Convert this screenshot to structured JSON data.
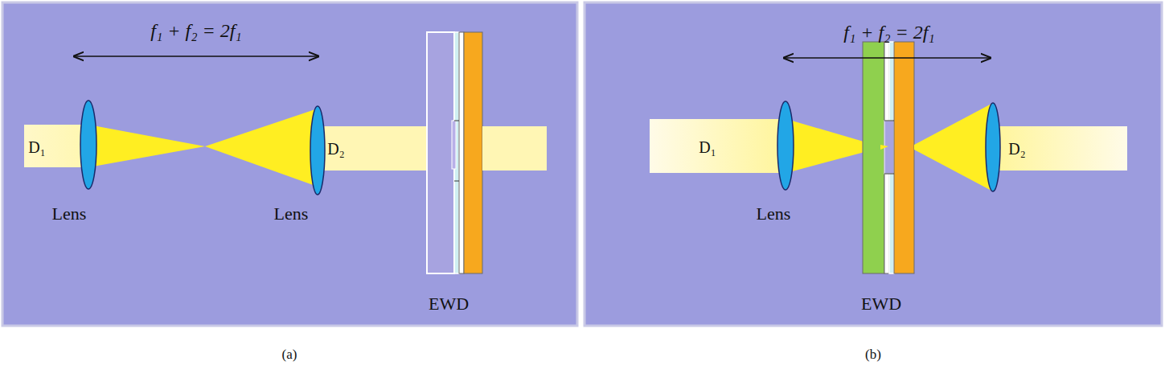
{
  "diagram": {
    "labels": [
      "f₁ + f₂ = 2f₁",
      "D₁",
      "D₂",
      "Lens",
      "Lens",
      "EWD",
      "f₁ + f₂ = 2f₁",
      "D₁",
      "D₂",
      "Lens",
      "EWD",
      "(a)",
      "(b)"
    ]
  }
}
